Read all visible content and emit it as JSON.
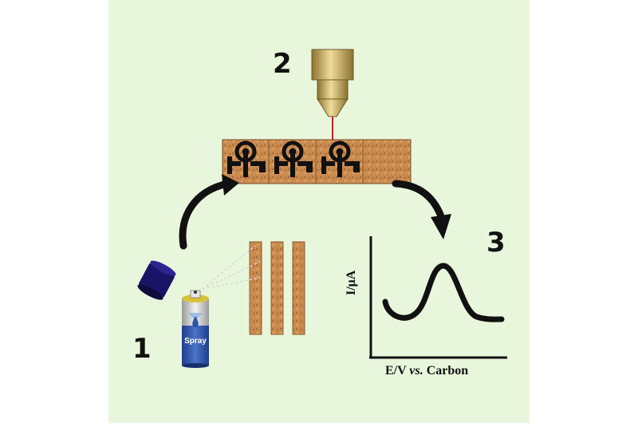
{
  "steps": {
    "one": "1",
    "two": "2",
    "three": "3"
  },
  "spray_can": {
    "label": "Spray"
  },
  "voltammogram": {
    "ylabel": "I/μA",
    "xlabel_prefix": "E/V ",
    "xlabel_vs": "vs.",
    "xlabel_suffix": " Carbon"
  },
  "colors": {
    "background": "#e8f7dc",
    "cork": "#c98a4e",
    "ink": "#111111",
    "spray_can_body": "#2f55a8",
    "cap": "#1a1466",
    "nozzle_brass": "#c9b06a",
    "laser": "#d21e1e"
  }
}
